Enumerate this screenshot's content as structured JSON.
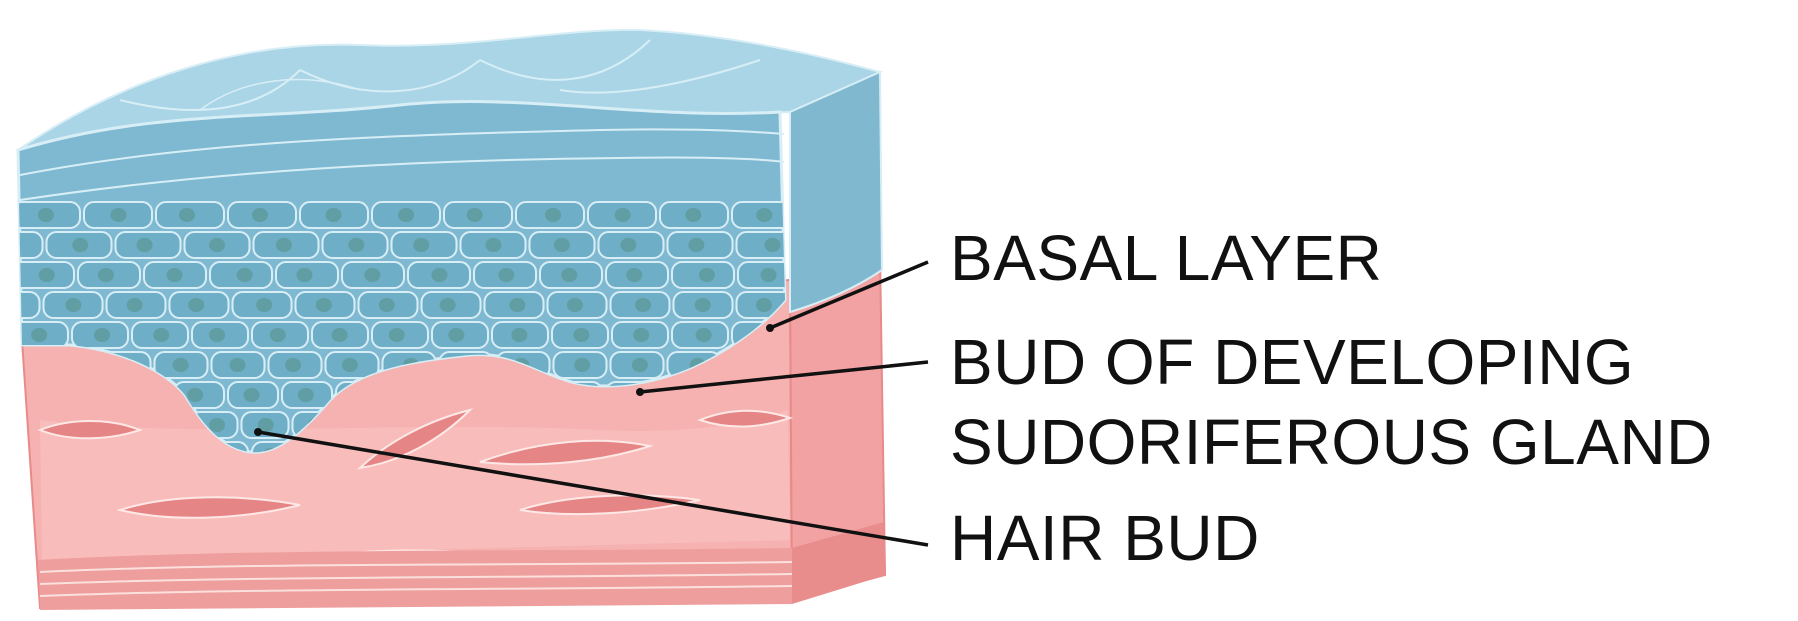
{
  "labels": {
    "basal_layer": "BASAL LAYER",
    "gland_bud_line1": "BUD OF DEVELOPING",
    "gland_bud_line2": "SUDORIFEROUS GLAND",
    "hair_bud": "HAIR BUD"
  },
  "colors": {
    "epidermis_top": "#8fc6dc",
    "epidermis_cell": "#6eaec7",
    "cell_border": "#d8eef6",
    "nucleus": "#5c9a9a",
    "dermis": "#f4a8a8",
    "dermis_light": "#f8c4c2",
    "fibroblast": "#e47f7f",
    "base_band": "#e99a9a",
    "leader_line": "#111111"
  }
}
